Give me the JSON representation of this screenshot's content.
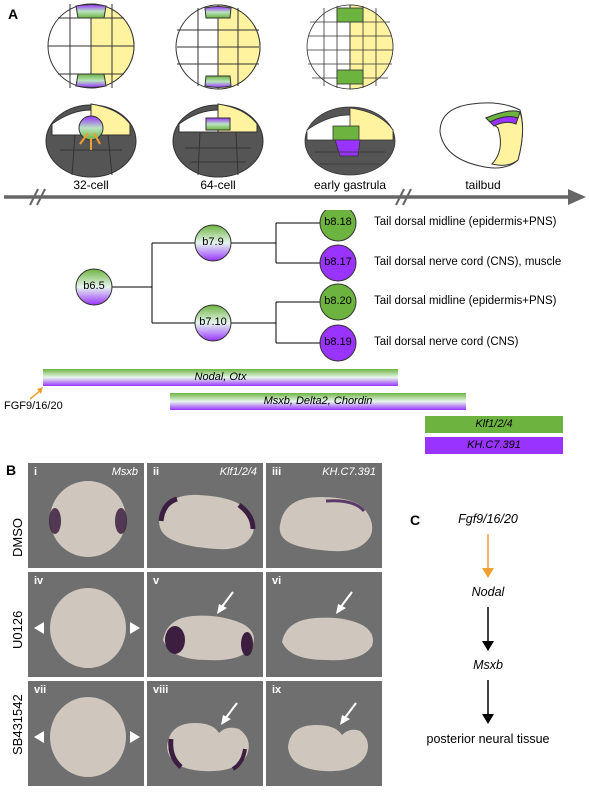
{
  "panels": {
    "a": "A",
    "b": "B",
    "c": "C"
  },
  "stages": [
    "32-cell",
    "64-cell",
    "early gastrula",
    "tailbud"
  ],
  "lineage": {
    "root": "b6.5",
    "mid": [
      "b7.9",
      "b7.10"
    ],
    "leaves": [
      {
        "id": "b8.18",
        "fate": "Tail dorsal midline (epidermis+PNS)",
        "color": "#6db33f"
      },
      {
        "id": "b8.17",
        "fate": "Tail dorsal nerve cord (CNS), muscle",
        "color": "#9933ff"
      },
      {
        "id": "b8.20",
        "fate": "Tail dorsal midline (epidermis+PNS)",
        "color": "#6db33f"
      },
      {
        "id": "b8.19",
        "fate": "Tail dorsal nerve cord (CNS)",
        "color": "#9933ff"
      }
    ]
  },
  "expression_bars": {
    "signal": "FGF9/16/20",
    "bars": [
      {
        "label": "Nodal, Otx",
        "style": "gradient"
      },
      {
        "label": "Msxb, Delta2, Chordin",
        "style": "gradient"
      },
      {
        "label": "Klf1/2/4",
        "style": "green"
      },
      {
        "label": "KH.C7.391",
        "style": "purple"
      }
    ]
  },
  "colors": {
    "green": "#6db33f",
    "purple": "#9933ff",
    "yellow": "#fff3a0",
    "grey": "#666666",
    "orange": "#f0a030",
    "tile": "#6f6f6f",
    "stain": "#3c1f40"
  },
  "micrographs": {
    "conditions": [
      "DMSO",
      "U0126",
      "SB431542"
    ],
    "tiles": [
      {
        "num": "i",
        "gene": "Msxb"
      },
      {
        "num": "ii",
        "gene": "Klf1/2/4"
      },
      {
        "num": "iii",
        "gene": "KH.C7.391"
      },
      {
        "num": "iv",
        "gene": ""
      },
      {
        "num": "v",
        "gene": ""
      },
      {
        "num": "vi",
        "gene": ""
      },
      {
        "num": "vii",
        "gene": ""
      },
      {
        "num": "viii",
        "gene": ""
      },
      {
        "num": "ix",
        "gene": ""
      }
    ]
  },
  "pathway": [
    "Fgf9/16/20",
    "Nodal",
    "Msxb",
    "posterior neural tissue"
  ]
}
